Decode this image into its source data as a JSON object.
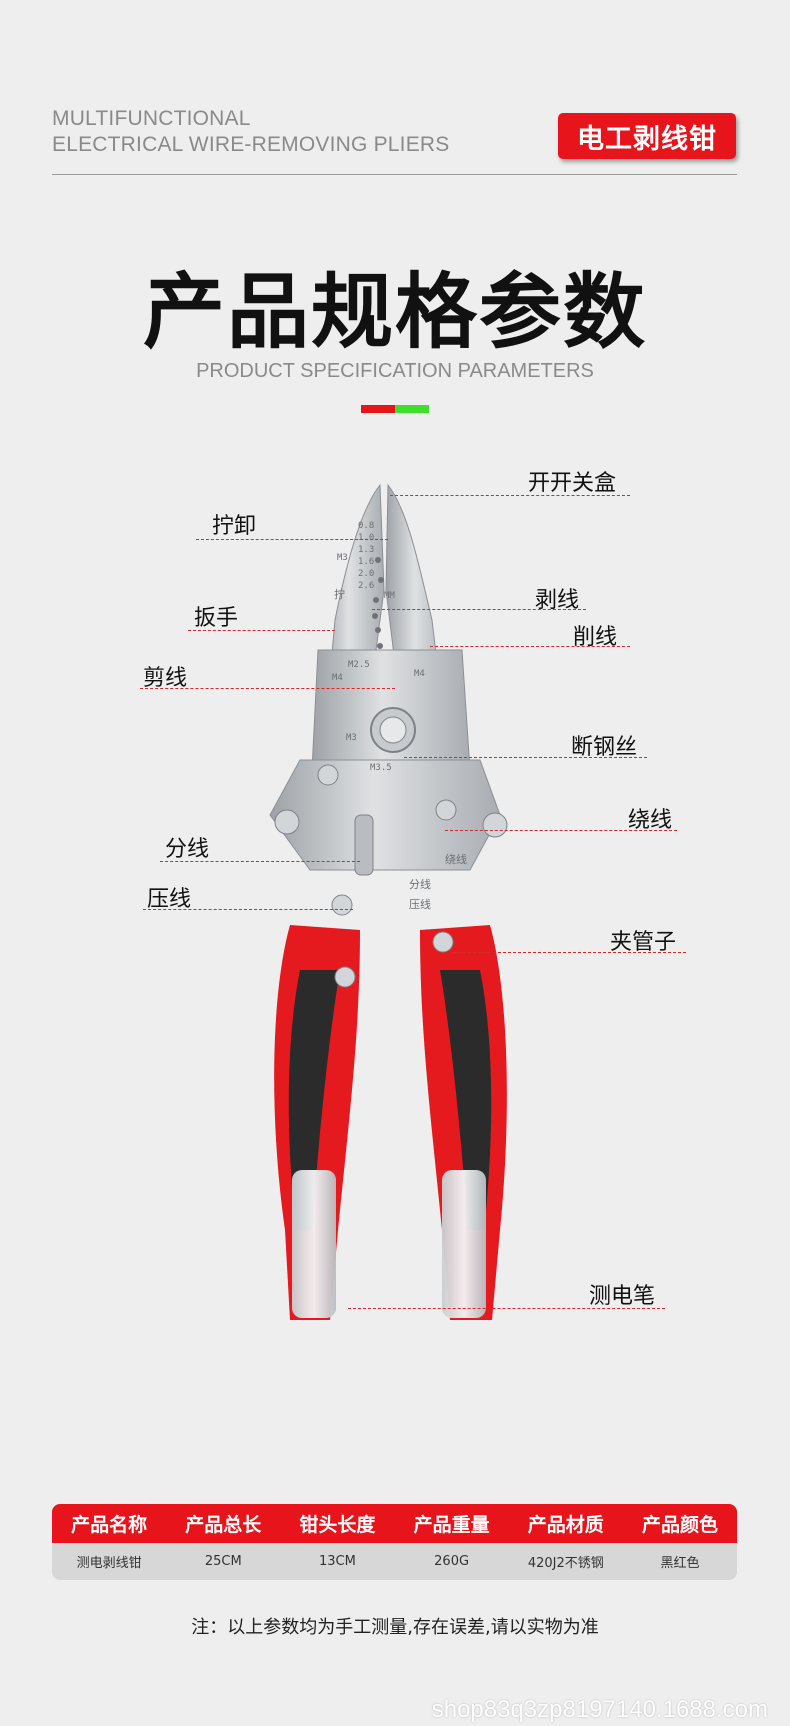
{
  "header": {
    "brand_line1": "MULTIFUNCTIONAL",
    "brand_line2": "ELECTRICAL WIRE-REMOVING PLIERS",
    "badge": "电工剥线钳"
  },
  "section": {
    "title": "产品规格参数",
    "subtitle": "PRODUCT SPECIFICATION PARAMETERS"
  },
  "callouts": {
    "left": [
      "拧卸",
      "扳手",
      "剪线",
      "分线",
      "压线"
    ],
    "right": [
      "开开关盒",
      "剥线",
      "削线",
      "断钢丝",
      "绕线",
      "夹管子",
      "测电笔"
    ]
  },
  "tool_markings": {
    "gauges": [
      "0.8",
      "1.0",
      "1.3",
      "1.6",
      "2.0",
      "2.6"
    ],
    "mm": "MM",
    "m3": "M3",
    "m2_5": "M2.5",
    "m4": "M4",
    "m3_5": "M3.5",
    "twist": "拧",
    "wind": "绕线",
    "split": "分线",
    "crimp": "压线"
  },
  "spec_table": {
    "headers": [
      "产品名称",
      "产品总长",
      "钳头长度",
      "产品重量",
      "产品材质",
      "产品颜色"
    ],
    "values": [
      "测电剥线钳",
      "25CM",
      "13CM",
      "260G",
      "420J2不锈钢",
      "黑红色"
    ]
  },
  "note": "注：以上参数均为手工测量,存在误差,请以实物为准",
  "watermark": "shop83q3zp8197140.1688.com",
  "colors": {
    "accent_red": "#e8141b",
    "accent_green": "#3fe02b",
    "handle_red": "#e51a1f",
    "handle_black": "#2b2b2b"
  }
}
